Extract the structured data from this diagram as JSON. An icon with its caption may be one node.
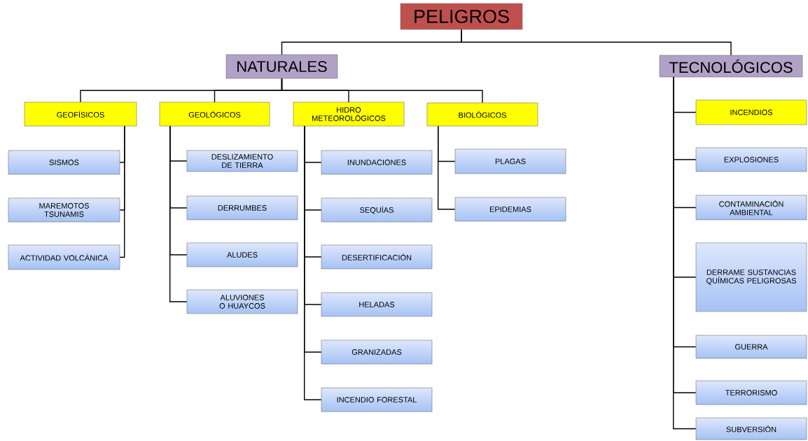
{
  "diagram": {
    "nodes": [
      {
        "text": [
          "PELIGROS"
        ]
      },
      {
        "text": [
          "NATURALES"
        ]
      },
      {
        "text": [
          "TECNOLÓGICOS"
        ]
      },
      {
        "text": [
          "GEOFÍSICOS"
        ]
      },
      {
        "text": [
          "GEOLÓGICOS"
        ]
      },
      {
        "text": [
          "HIDRO METEOROLÓGICOS"
        ]
      },
      {
        "text": [
          "BIOLÓGICOS"
        ]
      },
      {
        "text": [
          "SISMOS"
        ]
      },
      {
        "text": [
          "MAREMOTOS TSUNAMIS"
        ]
      },
      {
        "text": [
          "ACTIVIDAD VOLCÁNICA"
        ]
      },
      {
        "text": [
          "DESLIZAMIENTO DE TIERRA"
        ]
      },
      {
        "text": [
          "DERRUMBES"
        ]
      },
      {
        "text": [
          "ALUDES"
        ]
      },
      {
        "text": [
          "ALUVIONES O HUAYCOS"
        ]
      },
      {
        "text": [
          "INUNDACIONES"
        ]
      },
      {
        "text": [
          "SEQUÍAS"
        ]
      },
      {
        "text": [
          "DESERTIFICACIÓN"
        ]
      },
      {
        "text": [
          "HELADAS"
        ]
      },
      {
        "text": [
          "GRANIZADAS"
        ]
      },
      {
        "text": [
          "INCENDIO FORESTAL"
        ]
      },
      {
        "text": [
          "PLAGAS"
        ]
      },
      {
        "text": [
          "EPIDEMIAS"
        ]
      },
      {
        "text": [
          "INCENDIOS"
        ]
      },
      {
        "text": [
          "EXPLOSIONES"
        ]
      },
      {
        "text": [
          "CONTAMINACIÓN AMBIENTAL"
        ]
      },
      {
        "text": [
          "DERRAME SUSTANCIAS QUÍMICAS PELIGROSAS"
        ]
      },
      {
        "text": [
          "GUERRA"
        ]
      },
      {
        "text": [
          "TERRORISMO"
        ]
      },
      {
        "text": [
          "SUBVERSIÓN"
        ]
      }
    ],
    "edges": [
      {
        "from": 0,
        "to": 1,
        "arrow": "none"
      },
      {
        "from": 0,
        "to": 2,
        "arrow": "none"
      },
      {
        "from": 1,
        "to": 3,
        "arrow": "none"
      },
      {
        "from": 1,
        "to": 4,
        "arrow": "none"
      },
      {
        "from": 1,
        "to": 5,
        "arrow": "none"
      },
      {
        "from": 1,
        "to": 6,
        "arrow": "none"
      },
      {
        "from": 3,
        "to": 7,
        "arrow": "none"
      },
      {
        "from": 3,
        "to": 8,
        "arrow": "none"
      },
      {
        "from": 3,
        "to": 9,
        "arrow": "none"
      },
      {
        "from": 4,
        "to": 10,
        "arrow": "none"
      },
      {
        "from": 4,
        "to": 11,
        "arrow": "none"
      },
      {
        "from": 4,
        "to": 12,
        "arrow": "none"
      },
      {
        "from": 4,
        "to": 13,
        "arrow": "none"
      },
      {
        "from": 5,
        "to": 14,
        "arrow": "none"
      },
      {
        "from": 5,
        "to": 15,
        "arrow": "none"
      },
      {
        "from": 5,
        "to": 16,
        "arrow": "none"
      },
      {
        "from": 5,
        "to": 17,
        "arrow": "none"
      },
      {
        "from": 5,
        "to": 18,
        "arrow": "none"
      },
      {
        "from": 5,
        "to": 19,
        "arrow": "none"
      },
      {
        "from": 6,
        "to": 20,
        "arrow": "none"
      },
      {
        "from": 6,
        "to": 21,
        "arrow": "none"
      },
      {
        "from": 2,
        "to": 22,
        "arrow": "none"
      },
      {
        "from": 2,
        "to": 23,
        "arrow": "none"
      },
      {
        "from": 2,
        "to": 24,
        "arrow": "none"
      },
      {
        "from": 2,
        "to": 25,
        "arrow": "none"
      },
      {
        "from": 2,
        "to": 26,
        "arrow": "none"
      },
      {
        "from": 2,
        "to": 27,
        "arrow": "none"
      },
      {
        "from": 2,
        "to": 28,
        "arrow": "none"
      }
    ]
  }
}
